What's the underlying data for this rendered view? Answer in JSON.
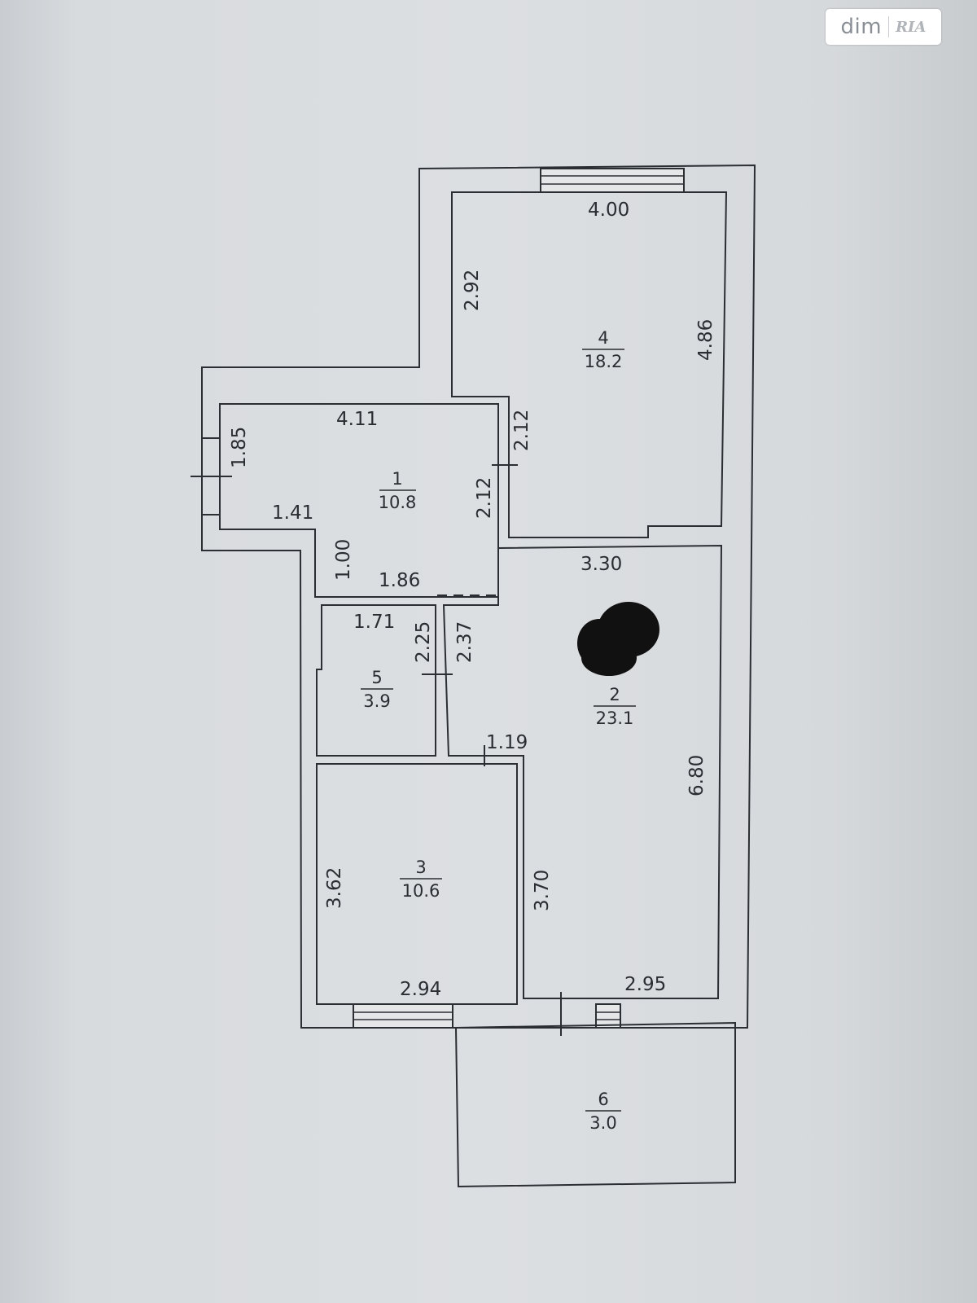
{
  "watermark": {
    "brand": "dim",
    "logo_text": "RIA"
  },
  "rooms": [
    {
      "number": "1",
      "area": "10.8"
    },
    {
      "number": "2",
      "area": "23.1"
    },
    {
      "number": "3",
      "area": "10.6"
    },
    {
      "number": "4",
      "area": "18.2"
    },
    {
      "number": "5",
      "area": "3.9"
    },
    {
      "number": "6",
      "area": "3.0"
    }
  ],
  "dimensions": {
    "room4_top": "4.00",
    "room4_left": "2.92",
    "room4_right": "4.86",
    "room4_lower_left": "2.12",
    "room1_top": "4.11",
    "room1_left": "1.85",
    "room1_right": "2.12",
    "room1_step_width": "1.41",
    "room1_step_height": "1.00",
    "room1_bottom": "1.86",
    "room5_top": "1.71",
    "room5_right": "2.25",
    "corridor_width": "2.37",
    "room2_top": "3.30",
    "room2_right": "6.80",
    "opening_width": "1.19",
    "room3_left": "3.62",
    "room3_right": "3.70",
    "room3_bottom": "2.94",
    "room2_bottom": "2.95"
  }
}
